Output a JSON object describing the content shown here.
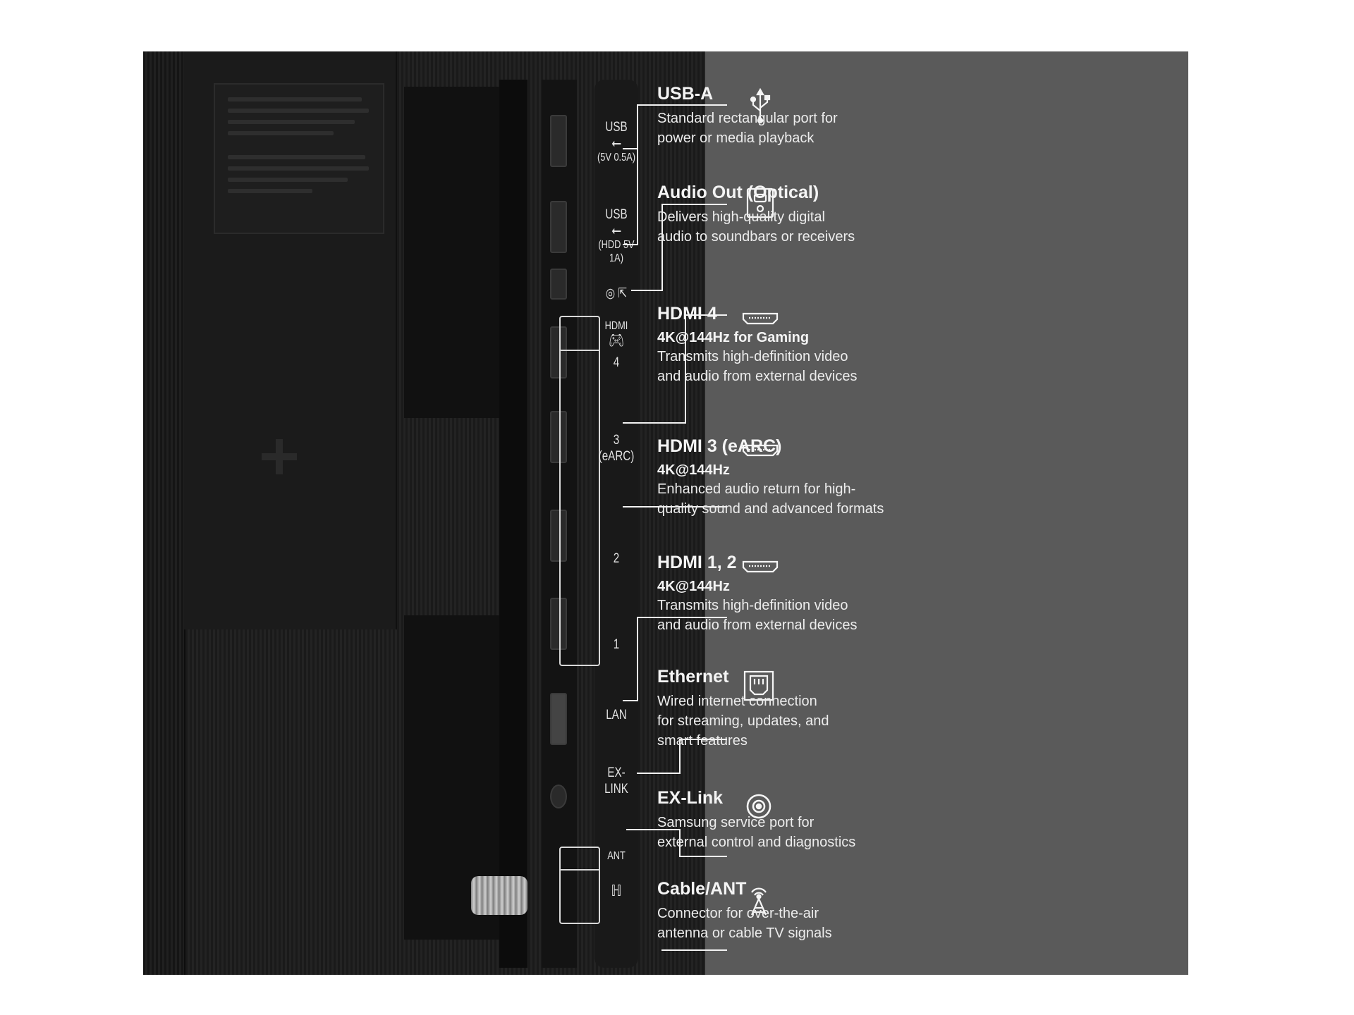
{
  "port_labels": {
    "usb1": {
      "top": "USB",
      "glyph": "⭠",
      "sub": "(5V 0.5A)"
    },
    "usb2": {
      "top": "USB",
      "glyph": "⭠",
      "sub": "(HDD 5V 1A)"
    },
    "optical": "◎ ⇱",
    "hdmi_header": "HDMI",
    "hdmi4": "4",
    "hdmi3": "3",
    "hdmi3_sub": "(eARC)",
    "hdmi2": "2",
    "hdmi1": "1",
    "lan": "LAN",
    "exlink": "EX-LINK",
    "ant": "ANT",
    "ant_glyph": "ℍ"
  },
  "entries": [
    {
      "id": "usb-a",
      "title": "USB-A",
      "spec": "",
      "description": "Standard rectangular port for\npower or media playback",
      "icon": "usb-icon"
    },
    {
      "id": "audio-out",
      "title": "Audio Out (Optical)",
      "spec": "",
      "description": "Delivers high-quality digital\naudio to soundbars or receivers",
      "icon": "optical-audio-icon"
    },
    {
      "id": "hdmi-4",
      "title": "HDMI 4",
      "spec": "4K@144Hz for Gaming",
      "description": "Transmits high-definition video\nand audio from external devices",
      "icon": "hdmi-icon"
    },
    {
      "id": "hdmi-3",
      "title": "HDMI 3 (eARC)",
      "spec": "4K@144Hz",
      "description": "Enhanced audio return for high-\nquality sound and advanced formats",
      "icon": "hdmi-icon"
    },
    {
      "id": "hdmi-12",
      "title": "HDMI 1, 2",
      "spec": "4K@144Hz",
      "description": "Transmits high-definition video\nand audio from external devices",
      "icon": "hdmi-icon"
    },
    {
      "id": "ethernet",
      "title": "Ethernet",
      "spec": "",
      "description": "Wired internet connection\nfor streaming, updates, and\nsmart features",
      "icon": "ethernet-icon"
    },
    {
      "id": "ex-link",
      "title": "EX-Link",
      "spec": "",
      "description": "Samsung service port for\nexternal control and diagnostics",
      "icon": "ex-link-icon"
    },
    {
      "id": "cable-ant",
      "title": "Cable/ANT",
      "spec": "",
      "description": "Connector for over-the-air\nantenna or cable TV signals",
      "icon": "antenna-icon"
    }
  ]
}
